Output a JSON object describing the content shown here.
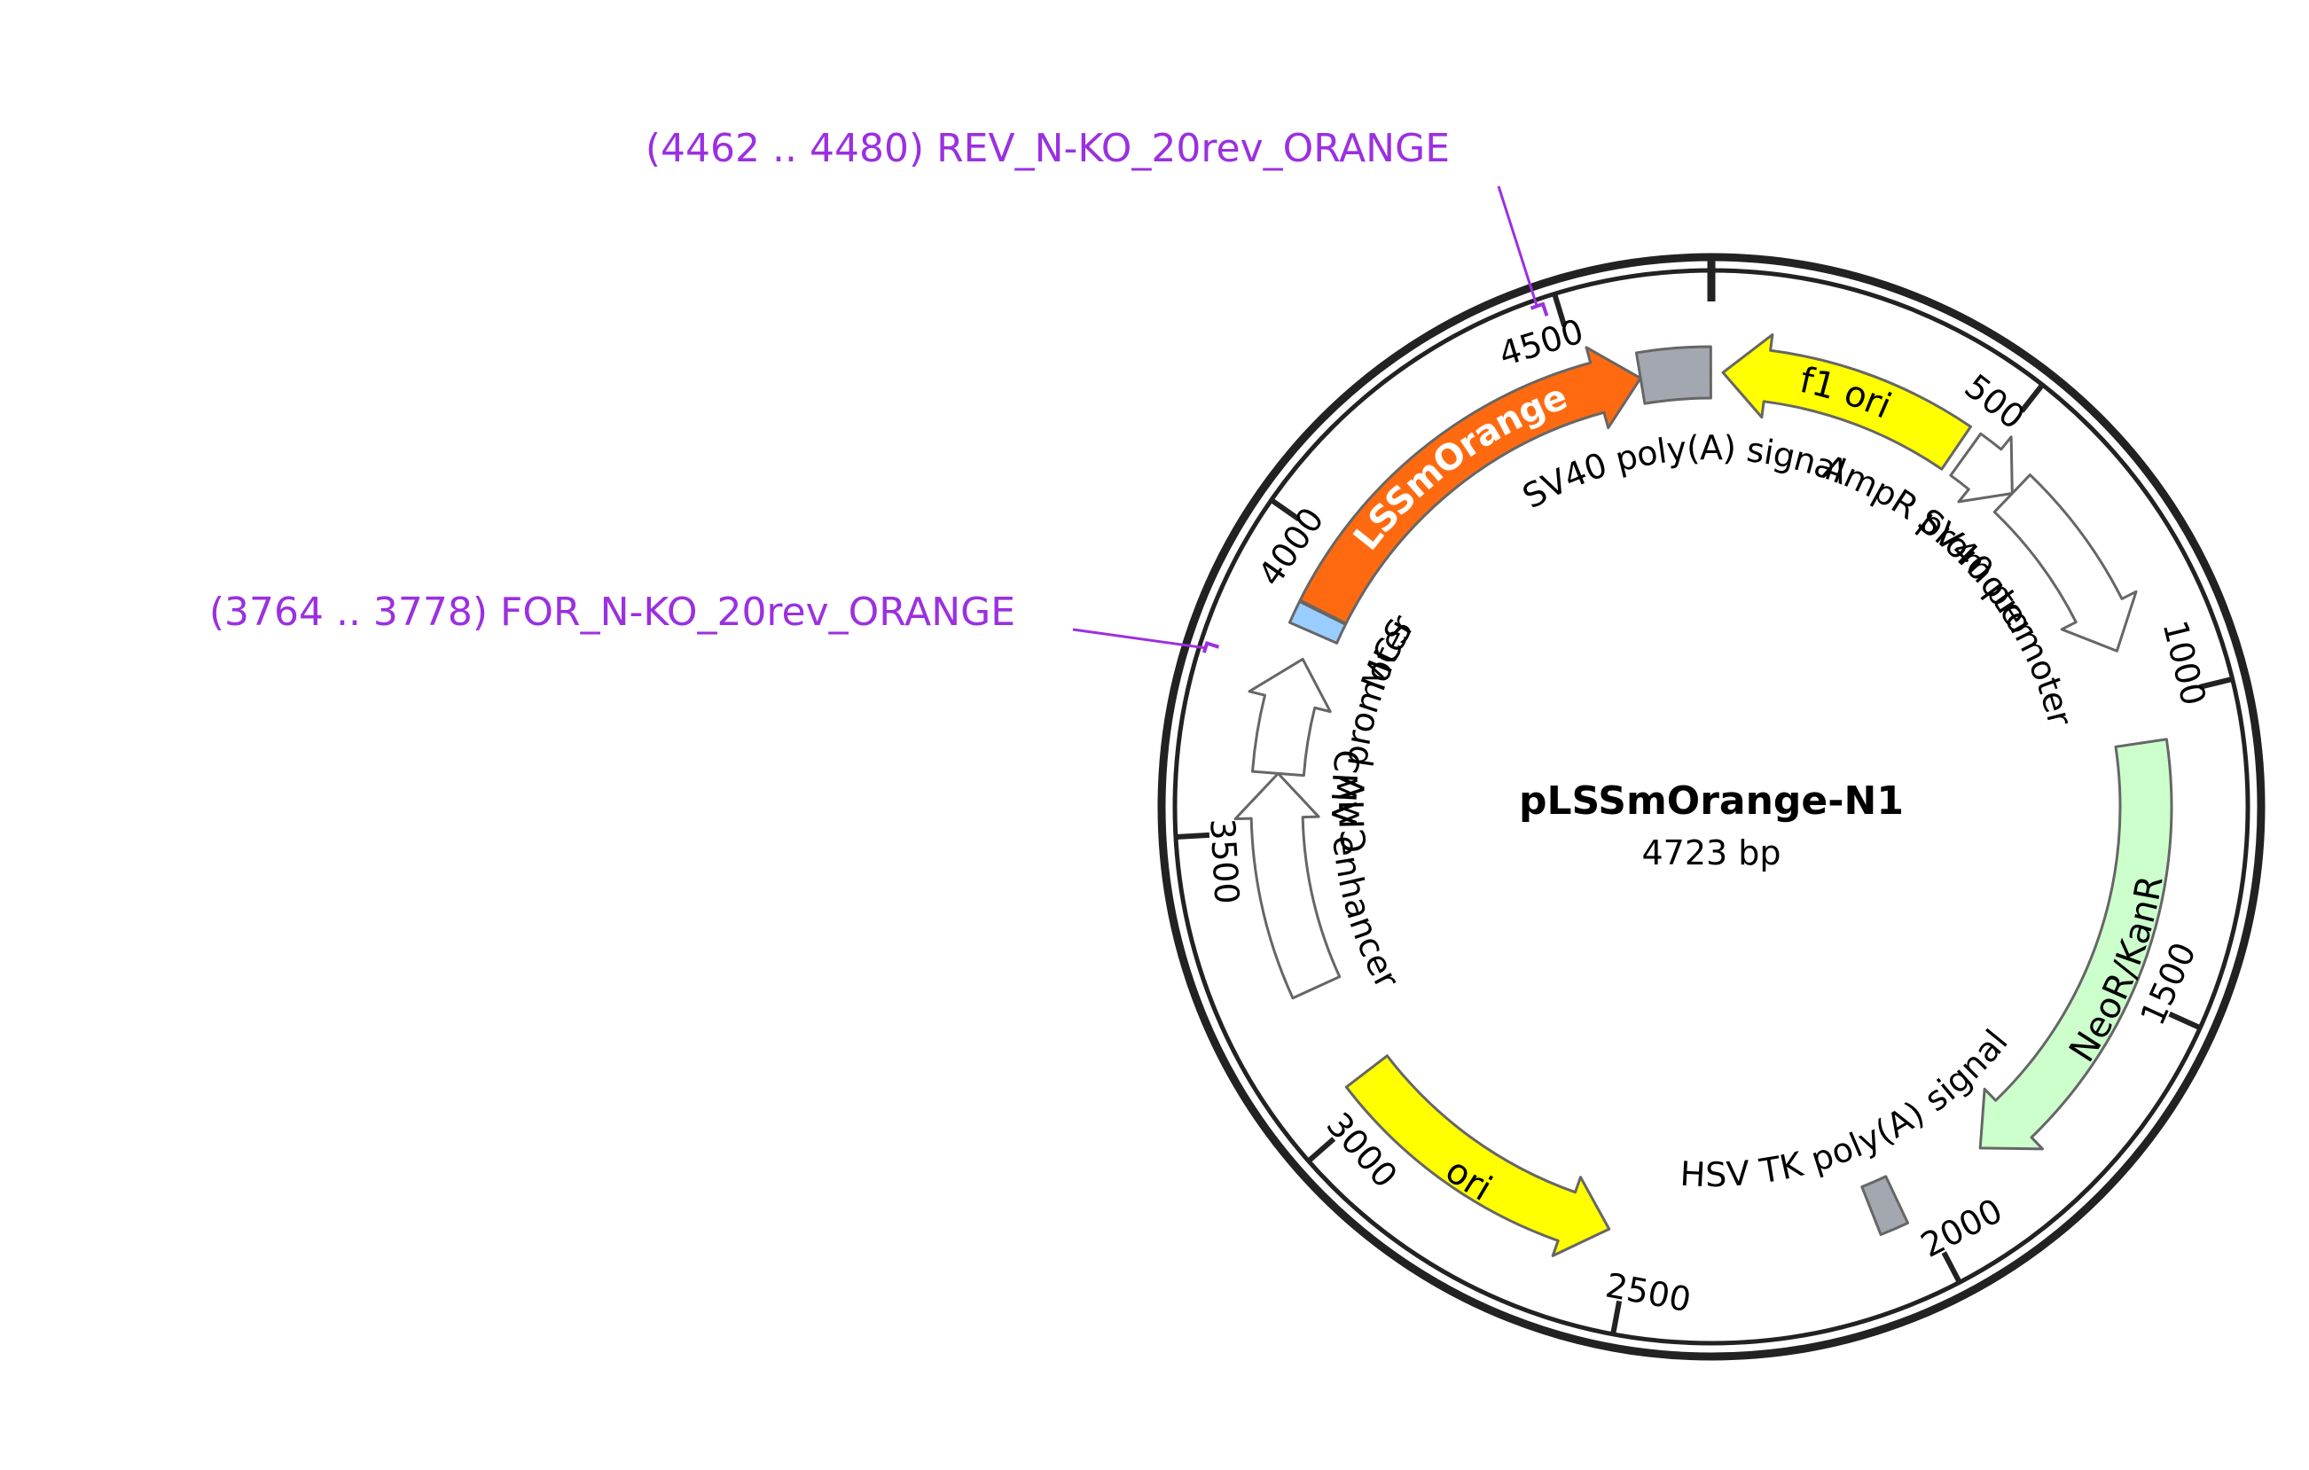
{
  "plasmid": {
    "name": "pLSSmOrange-N1",
    "size_label": "4723 bp",
    "length": 4723
  },
  "colors": {
    "backbone": "#222222",
    "primer": "#9b30e0",
    "gray_feature": "#a3a8b0",
    "lssm_orange": "#ff6a10",
    "yellow": "#ffff00",
    "neor": "#ccffcc",
    "mcs": "#99ccff",
    "white_feature": "#ffffff",
    "outline": "#666666"
  },
  "ticks": [
    {
      "pos": 0,
      "label": ""
    },
    {
      "pos": 500,
      "label": "500"
    },
    {
      "pos": 1000,
      "label": "1000"
    },
    {
      "pos": 1500,
      "label": "1500"
    },
    {
      "pos": 2000,
      "label": "2000"
    },
    {
      "pos": 2500,
      "label": "2500"
    },
    {
      "pos": 3000,
      "label": "3000"
    },
    {
      "pos": 3500,
      "label": "3500"
    },
    {
      "pos": 4000,
      "label": "4000"
    },
    {
      "pos": 4500,
      "label": "4500"
    }
  ],
  "features": [
    {
      "id": "sv40-polya",
      "name": "SV40 poly(A) signal",
      "start": 4600,
      "end": 4722,
      "type": "box",
      "color": "#a3a8b0"
    },
    {
      "id": "f1-ori",
      "name": "f1 ori",
      "start": 20,
      "end": 450,
      "type": "arrow",
      "direction": "rev",
      "color": "#ffff00",
      "inside_label": true
    },
    {
      "id": "ampr-promoter",
      "name": "AmpR promoter",
      "start": 470,
      "end": 575,
      "type": "arrow",
      "direction": "fwd",
      "color": "#ffffff"
    },
    {
      "id": "sv40-promoter",
      "name": "SV40 promoter",
      "start": 575,
      "end": 905,
      "type": "arrow",
      "direction": "fwd",
      "color": "#ffffff"
    },
    {
      "id": "neor-kanr",
      "name": "NeoR/KanR",
      "start": 1070,
      "end": 1860,
      "type": "arrow",
      "direction": "fwd",
      "color": "#ccffcc",
      "inside_label": true
    },
    {
      "id": "hsv-tk-polya",
      "name": "HSV TK poly(A) signal",
      "start": 2030,
      "end": 2078,
      "type": "box",
      "color": "#a3a8b0"
    },
    {
      "id": "ori",
      "name": "ori",
      "start": 2540,
      "end": 3050,
      "type": "arrow",
      "direction": "rev",
      "color": "#ffff00",
      "inside_label": true
    },
    {
      "id": "cmv-enhancer",
      "name": "CMV enhancer",
      "start": 3220,
      "end": 3600,
      "type": "arrow",
      "direction": "fwd",
      "color": "#ffffff"
    },
    {
      "id": "cmv-promoter",
      "name": "CMV promoter",
      "start": 3600,
      "end": 3803,
      "type": "arrow",
      "direction": "fwd",
      "color": "#ffffff"
    },
    {
      "id": "mcs",
      "name": "MCS",
      "start": 3852,
      "end": 3890,
      "type": "box",
      "color": "#99ccff"
    },
    {
      "id": "lssmorange",
      "name": "LSSmOrange",
      "start": 3892,
      "end": 4600,
      "type": "arrow",
      "direction": "fwd",
      "color": "#ff6a10",
      "inside_label": true,
      "label_color": "#ffffff"
    }
  ],
  "primers": [
    {
      "id": "rev-primer",
      "label": "(4462 .. 4480)  REV_N-KO_20rev_ORANGE",
      "start": 4462,
      "end": 4480
    },
    {
      "id": "for-primer",
      "label": "(3764 .. 3778)  FOR_N-KO_20rev_ORANGE",
      "start": 3764,
      "end": 3778
    }
  ]
}
